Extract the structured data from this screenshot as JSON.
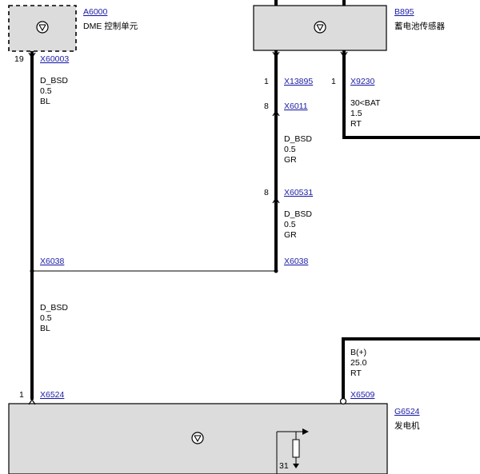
{
  "components": {
    "a6000": {
      "id": "A6000",
      "name": "DME 控制单元"
    },
    "b895": {
      "id": "B895",
      "name": "蓄电池传感器"
    },
    "g6524": {
      "id": "G6524",
      "name": "发电机"
    }
  },
  "connectors": {
    "x60003": {
      "label": "X60003",
      "pin": "19"
    },
    "x13895": {
      "label": "X13895",
      "pin": "1"
    },
    "x9230": {
      "label": "X9230",
      "pin": "1"
    },
    "x6011": {
      "label": "X6011",
      "pin": "8"
    },
    "x60531": {
      "label": "X60531",
      "pin": "8"
    },
    "x6038_left": {
      "label": "X6038"
    },
    "x6038_right": {
      "label": "X6038"
    },
    "x6524": {
      "label": "X6524",
      "pin": "1"
    },
    "x6509": {
      "label": "X6509"
    },
    "ground_pin": {
      "pin": "31"
    }
  },
  "wires": {
    "w1": {
      "signal": "D_BSD",
      "size": "0.5",
      "color": "BL"
    },
    "w2": {
      "signal": "D_BSD",
      "size": "0.5",
      "color": "GR"
    },
    "w3": {
      "signal": "D_BSD",
      "size": "0.5",
      "color": "GR"
    },
    "w4": {
      "signal": "D_BSD",
      "size": "0.5",
      "color": "BL"
    },
    "w5": {
      "signal": "30<BAT",
      "size": "1.5",
      "color": "RT"
    },
    "w6": {
      "signal": "B(+)",
      "size": "25.0",
      "color": "RT"
    }
  }
}
